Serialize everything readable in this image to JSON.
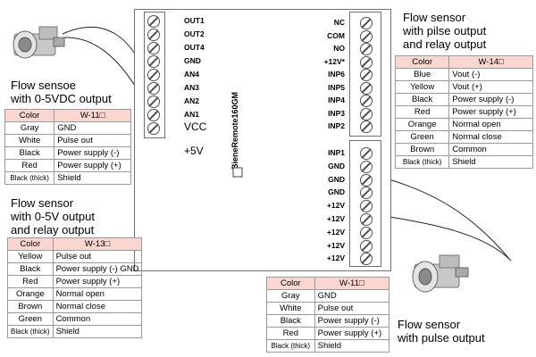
{
  "captions": {
    "top_left": [
      "Flow sensoe",
      "with 0-5VDC output"
    ],
    "mid_left": [
      "Flow sensor",
      "with 0-5V output",
      "and relay output"
    ],
    "top_right": [
      "Flow sensor",
      "with pilse output",
      "and  relay output"
    ],
    "bottom_right": [
      "Flow sensor",
      "with pulse output"
    ]
  },
  "tables": {
    "t1": {
      "header": [
        "Color",
        "W-11□"
      ],
      "rows": [
        [
          "Gray",
          "GND"
        ],
        [
          "White",
          "Pulse out"
        ],
        [
          "Black",
          "Power supply (-)"
        ],
        [
          "Red",
          "Power supply (+)"
        ],
        [
          "Black (thick)",
          "Shield"
        ]
      ]
    },
    "t2": {
      "header": [
        "Color",
        "W-13□"
      ],
      "rows": [
        [
          "Yellow",
          "Pulse out"
        ],
        [
          "Black",
          "Power supply (-) GND"
        ],
        [
          "Red",
          "Power supply (+)"
        ],
        [
          "Orange",
          "Normal open"
        ],
        [
          "Brown",
          "Normal close"
        ],
        [
          "Green",
          "Common"
        ],
        [
          "Black (thick)",
          "Shield"
        ]
      ]
    },
    "t3": {
      "header": [
        "Color",
        "W-14□"
      ],
      "rows": [
        [
          "Blue",
          "Vout (-)"
        ],
        [
          "Yellow",
          "Vout (+)"
        ],
        [
          "Black",
          "Power supply (-)"
        ],
        [
          "Red",
          "Power supply (+)"
        ],
        [
          "Orange",
          "Normal open"
        ],
        [
          "Green",
          "Normal close"
        ],
        [
          "Brown",
          "Common"
        ],
        [
          "Black (thick)",
          "Shield"
        ]
      ]
    },
    "t4": {
      "header": [
        "Color",
        "W-11□"
      ],
      "rows": [
        [
          "Gray",
          "GND"
        ],
        [
          "White",
          "Pulse out"
        ],
        [
          "Black",
          "Power supply (-)"
        ],
        [
          "Red",
          "Power supply (+)"
        ],
        [
          "Black (thick)",
          "Shield"
        ]
      ]
    }
  },
  "panel": {
    "left_pins": [
      "OUT1",
      "OUT2",
      "OUT4",
      "GND",
      "AN4",
      "AN3",
      "AN2",
      "AN1",
      "VCC"
    ],
    "plus5v": "+5V",
    "right_top_pins": [
      "NC",
      "COM",
      "NO",
      "+12V*",
      "INP6",
      "INP5",
      "INP4",
      "INP3",
      "INP2"
    ],
    "right_bottom_pins": [
      "INP1",
      "GND",
      "GND",
      "GND",
      "+12V",
      "+12V",
      "+12V",
      "+12V",
      "+12V"
    ],
    "module_label": "BieneRemote160GM"
  },
  "colors": {
    "table_header": "#f9d6cf",
    "border": "#707070"
  }
}
